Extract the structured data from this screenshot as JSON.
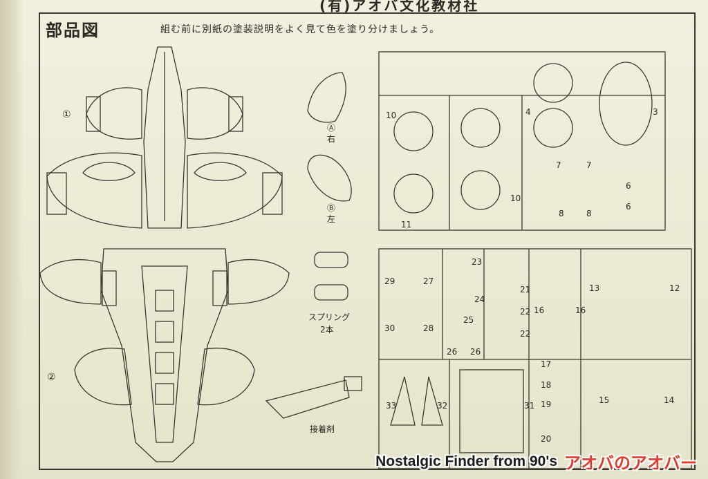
{
  "header": {
    "title": "部品図",
    "note": "組む前に別紙の塗装説明をよく見て色を塗り分けましょう。",
    "publisher": "(有)アオバ文化教材社"
  },
  "parts": {
    "label_1": "①",
    "label_2": "②",
    "label_a": "Ⓐ",
    "label_a_side": "右",
    "label_b": "Ⓑ",
    "label_b_side": "左",
    "spring_label": "スプリング",
    "spring_count": "2本",
    "glue_label": "接着剤"
  },
  "runner_numbers": {
    "top": [
      "10",
      "4",
      "3",
      "11",
      "10",
      "7",
      "7",
      "6",
      "6",
      "8",
      "8"
    ],
    "bottom": [
      "23",
      "29",
      "27",
      "24",
      "21",
      "22",
      "22",
      "30",
      "28",
      "25",
      "26",
      "26",
      "16",
      "16",
      "13",
      "12",
      "17",
      "18",
      "15",
      "14",
      "19",
      "20",
      "33",
      "32",
      "31"
    ]
  },
  "watermark": {
    "text": "Nostalgic Finder from 90's",
    "logo": "アオバのアオバー"
  }
}
